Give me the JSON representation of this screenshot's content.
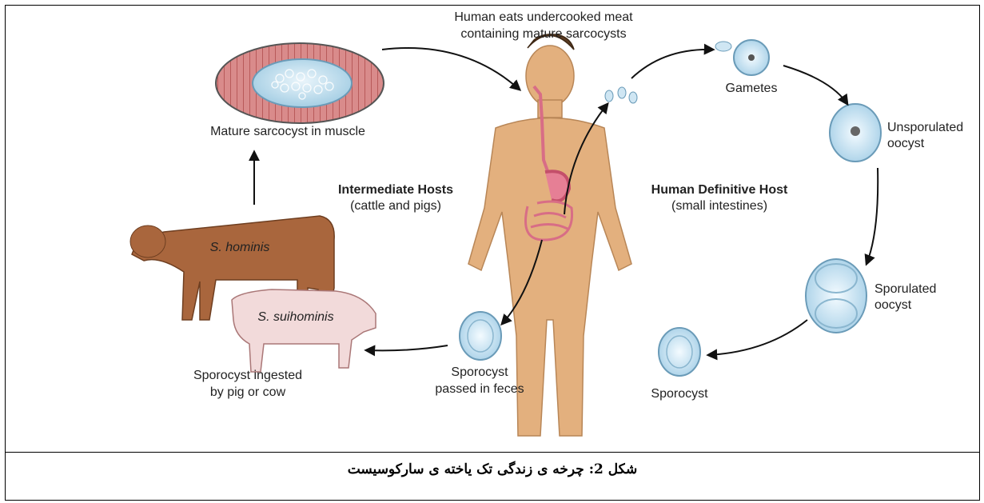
{
  "labels": {
    "eats_l1": "Human eats undercooked meat",
    "eats_l2": "containing mature sarcocysts",
    "sarcocyst": "Mature sarcocyst in muscle",
    "gametes": "Gametes",
    "unsporulated_l1": "Unsporulated",
    "unsporulated_l2": "oocyst",
    "inter_title": "Intermediate Hosts",
    "inter_sub": "(cattle and pigs)",
    "def_title": "Human Definitive Host",
    "def_sub": "(small intestines)",
    "hominis": "S. hominis",
    "suihominis": "S. suihominis",
    "sporulated_l1": "Sporulated",
    "sporulated_l2": "oocyst",
    "ingested_l1": "Sporocyst ingested",
    "ingested_l2": "by pig or cow",
    "passed_l1": "Sporocyst",
    "passed_l2": "passed in feces",
    "sporocyst": "Sporocyst"
  },
  "caption": "شکل 2: چرخه ی زندگی تک یاخته ی سارکوسیست"
}
